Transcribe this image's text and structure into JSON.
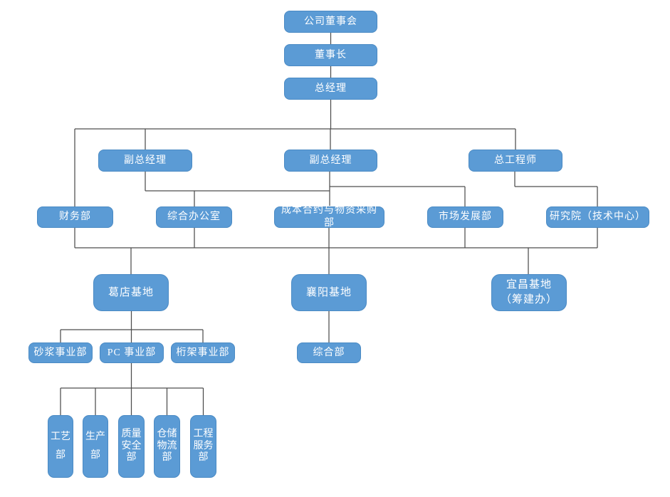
{
  "colors": {
    "node_fill": "#5b9bd5",
    "node_border": "#4a8ac4",
    "node_text": "#ffffff",
    "connector": "#4d4d4d",
    "background": "#ffffff"
  },
  "nodes": {
    "board": "公司董事会",
    "chairman": "董事长",
    "general_manager": "总经理",
    "deputy_gm_1": "副总经理",
    "deputy_gm_2": "副总经理",
    "chief_engineer": "总工程师",
    "finance_dept": "财务部",
    "general_office": "综合办公室",
    "cost_contract_procurement_dept": "成本合约与物资采购部",
    "market_development_dept": "市场发展部",
    "research_institute": "研究院（技术中心）",
    "gedian_base": "葛店基地",
    "xiangyang_base": "襄阳基地",
    "yichang_base_line1": "宜昌基地",
    "yichang_base_line2": "（筹建办）",
    "mortar_division": "砂浆事业部",
    "pc_division": "PC 事业部",
    "truss_division": "桁架事业部",
    "general_dept": "综合部",
    "process_dept": "工艺部",
    "production_dept": "生产部",
    "quality_safety_dept": "质量安全部",
    "warehouse_logistics_dept": "仓储物流部",
    "engineering_service_dept": "工程服务部"
  },
  "edges": [
    [
      "board",
      "chairman"
    ],
    [
      "chairman",
      "general_manager"
    ],
    [
      "general_manager",
      "finance_dept"
    ],
    [
      "general_manager",
      "deputy_gm_1"
    ],
    [
      "general_manager",
      "deputy_gm_2"
    ],
    [
      "general_manager",
      "chief_engineer"
    ],
    [
      "deputy_gm_1",
      "general_office"
    ],
    [
      "deputy_gm_1",
      "cost_contract_procurement_dept"
    ],
    [
      "deputy_gm_2",
      "cost_contract_procurement_dept"
    ],
    [
      "deputy_gm_2",
      "market_development_dept"
    ],
    [
      "chief_engineer",
      "research_institute"
    ],
    [
      "departments_bus",
      "gedian_base"
    ],
    [
      "departments_bus",
      "xiangyang_base"
    ],
    [
      "departments_bus",
      "yichang_base"
    ],
    [
      "gedian_base",
      "mortar_division"
    ],
    [
      "gedian_base",
      "pc_division"
    ],
    [
      "gedian_base",
      "truss_division"
    ],
    [
      "xiangyang_base",
      "general_dept"
    ],
    [
      "pc_division",
      "process_dept"
    ],
    [
      "pc_division",
      "production_dept"
    ],
    [
      "pc_division",
      "quality_safety_dept"
    ],
    [
      "pc_division",
      "warehouse_logistics_dept"
    ],
    [
      "pc_division",
      "engineering_service_dept"
    ]
  ]
}
